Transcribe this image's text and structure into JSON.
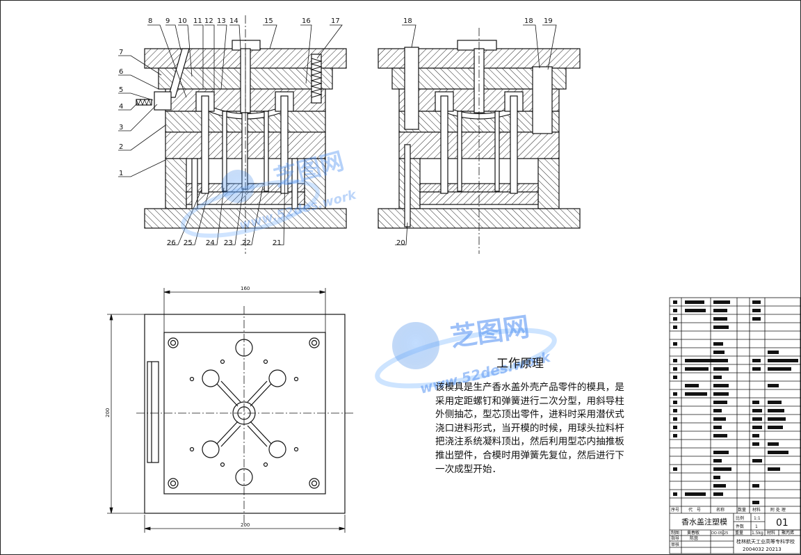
{
  "part_labels_front": [
    "1",
    "2",
    "3",
    "4",
    "5",
    "6",
    "7",
    "8",
    "9",
    "10",
    "11",
    "12",
    "13",
    "14",
    "15",
    "16",
    "17"
  ],
  "part_labels_bottom": [
    "26",
    "25",
    "24",
    "23",
    "22",
    "21"
  ],
  "part_labels_side": [
    "18",
    "18",
    "19",
    "20"
  ],
  "dimensions": {
    "top_width": "160",
    "left_height": "200",
    "bottom_width": "200"
  },
  "watermark": {
    "brand": "芝图网",
    "url": "www.52des.work"
  },
  "working_principle": {
    "title": "工作原理",
    "text": "该模具是生产香水盖外壳产品零件的模具，是采用定距螺钉和弹簧进行二次分型，用斜导柱外侧抽芯，型芯顶出零件，进料时采用潜伏式浇口进料形式，当开模的时候，用球头拉料杆把浇注系统凝料顶出，然后利用型芯内抽推板推出塑件，合模时用弹簧先复位，然后进行下一次成型开始．"
  },
  "title_block": {
    "bom_headers": [
      "序号",
      "代　号",
      "名称",
      "数量",
      "材料",
      "附 处 理"
    ],
    "product_name": "香水盖注塑模",
    "drawing_no": "01",
    "scale_label": "比例",
    "scale_value": "1:1",
    "qty_label": "件数",
    "qty_value": "1",
    "weight_label": "重量",
    "weight_value": "1.5kg",
    "material_label": "材料",
    "material_value": "聚丙烯",
    "drawn_label": "制图",
    "drawn_name": "黄春敏",
    "date_value": "DO-05-25",
    "check_label": "指导",
    "check_name": "陈茵",
    "review_label": "审核",
    "school": "桂林航天工业高等专科学校",
    "student_no": "2004032 20213"
  }
}
